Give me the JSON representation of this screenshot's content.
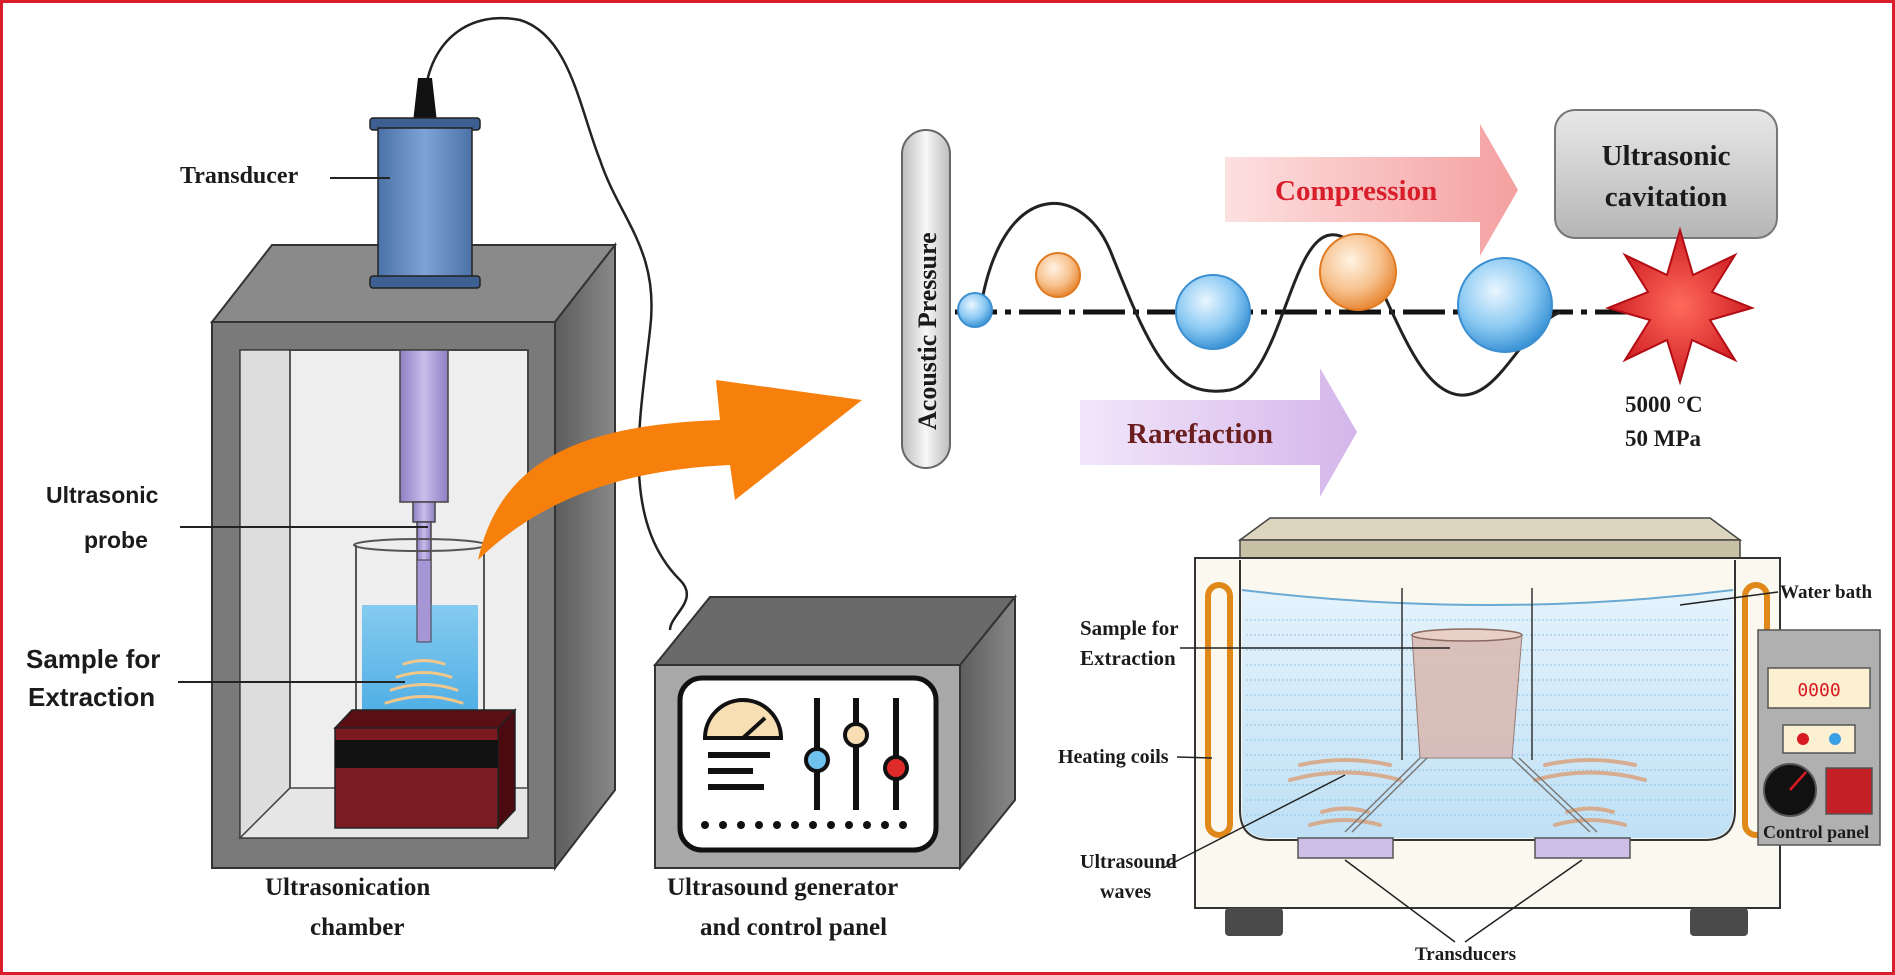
{
  "diagram": {
    "left_setup": {
      "transducer_label": "Transducer",
      "probe_label_line1": "Ultrasonic",
      "probe_label_line2": "probe",
      "sample_label_line1": "Sample for",
      "sample_label_line2": "Extraction",
      "chamber_label_line1": "Ultrasonication",
      "chamber_label_line2": "chamber"
    },
    "generator": {
      "label_line1": "Ultrasound generator",
      "label_line2": "and control panel"
    },
    "cavitation": {
      "axis_label": "Acoustic Pressure",
      "compression_label": "Compression",
      "rarefaction_label": "Rarefaction",
      "result_line1": "Ultrasonic",
      "result_line2": "cavitation",
      "temperature": "5000 °C",
      "pressure": "50 MPa"
    },
    "bath": {
      "water_label": "Water bath",
      "sample_line1": "Sample for",
      "sample_line2": "Extraction",
      "heating_label": "Heating coils",
      "waves_line1": "Ultrasound",
      "waves_line2": "waves",
      "transducers_label": "Transducers",
      "display_value": "0000",
      "control_label": "Control panel"
    },
    "colors": {
      "frame": "#d81e2a",
      "arrow": "#f77f0c",
      "bubble_blue": "#5fb7ee",
      "bubble_orange": "#f2a35a",
      "burst": "#d91a22"
    }
  }
}
